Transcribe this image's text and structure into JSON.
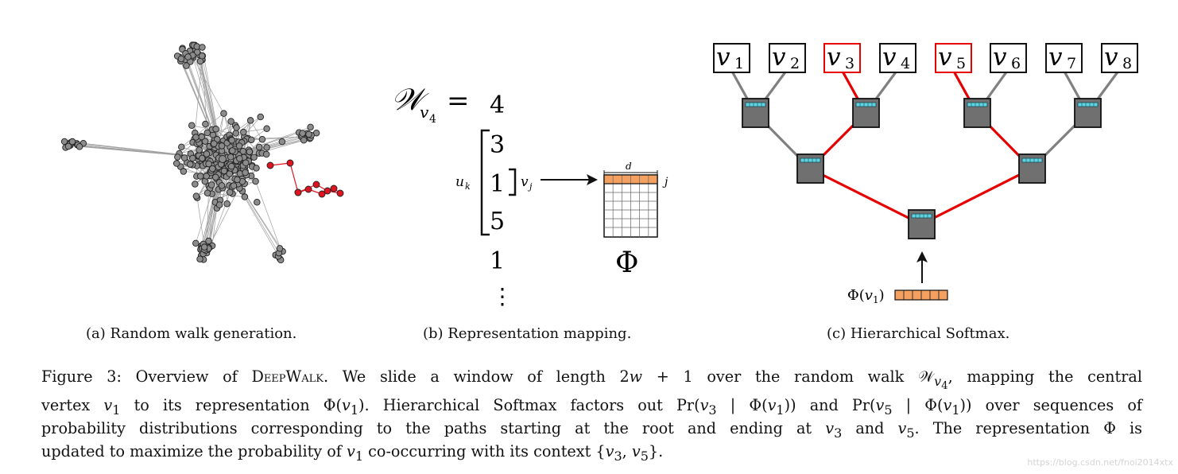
{
  "panel_b": {
    "walk_symbol": "𝒲",
    "walk_subscript": "v",
    "walk_subscript_index": "4",
    "equals": "=",
    "walk_values": [
      "4",
      "3",
      "1",
      "5",
      "1"
    ],
    "ellipsis": "⋮",
    "uk_label": "u",
    "uk_index": "k",
    "vj_label": "v",
    "vj_index": "j",
    "d_label": "d",
    "j_label": "j",
    "phi_label": "Φ"
  },
  "panel_c": {
    "leaves": [
      {
        "label": "v",
        "index": "1",
        "highlight": false
      },
      {
        "label": "v",
        "index": "2",
        "highlight": false
      },
      {
        "label": "v",
        "index": "3",
        "highlight": true
      },
      {
        "label": "v",
        "index": "4",
        "highlight": false
      },
      {
        "label": "v",
        "index": "5",
        "highlight": true
      },
      {
        "label": "v",
        "index": "6",
        "highlight": false
      },
      {
        "label": "v",
        "index": "7",
        "highlight": false
      },
      {
        "label": "v",
        "index": "8",
        "highlight": false
      }
    ],
    "input_label_prefix": "Φ(",
    "input_label_var": "v",
    "input_label_index": "1",
    "input_label_suffix": ")"
  },
  "captions": {
    "a": "(a) Random walk generation.",
    "b": "(b) Representation mapping.",
    "c": "(c) Hierarchical Softmax."
  },
  "main_caption": {
    "l1_a": "Figure 3: Overview of ",
    "l1_name": "DeepWalk",
    "l1_b": ". We slide a window of length 2",
    "l1_w": "w",
    "l1_c": " + 1 over the random walk 𝒲",
    "l1_sub": "v",
    "l1_sub4": "4",
    "l1_d": ", mapping the central",
    "l2_a": "vertex ",
    "l2_v": "v",
    "l2_1": "1",
    "l2_b": " to its representation Φ(",
    "l2_v2": "v",
    "l2_12": "1",
    "l2_c": "). Hierarchical Softmax factors out Pr(",
    "l2_v3": "v",
    "l2_3": "3",
    "l2_d": " | Φ(",
    "l2_v4": "v",
    "l2_14": "1",
    "l2_e": ")) and Pr(",
    "l2_v5": "v",
    "l2_5": "5",
    "l2_f": " | Φ(",
    "l2_v6": "v",
    "l2_16": "1",
    "l2_g": ")) over sequences of",
    "l3_a": "probability distributions corresponding to the paths starting at the root and ending at ",
    "l3_v3": "v",
    "l3_3": "3",
    "l3_b": " and ",
    "l3_v5": "v",
    "l3_5": "5",
    "l3_c": ". The representation Φ is",
    "l4_a": "updated to maximize the probability of ",
    "l4_v": "v",
    "l4_1": "1",
    "l4_b": " co-occurring with its context {",
    "l4_v3": "v",
    "l4_3": "3",
    "l4_c": ", ",
    "l4_v5": "v",
    "l4_5": "5",
    "l4_d": "}."
  },
  "watermark": "https://blog.csdn.net/fnoi2014xtx",
  "colors": {
    "node_gray": "#8c8c8c",
    "node_red": "#e0141e",
    "edge_gray": "#a0a0a0",
    "tree_gray": "#808080",
    "tree_red": "#e60000",
    "box_fill": "#707070",
    "cyan": "#5fd3e0",
    "orange": "#f4a060"
  }
}
